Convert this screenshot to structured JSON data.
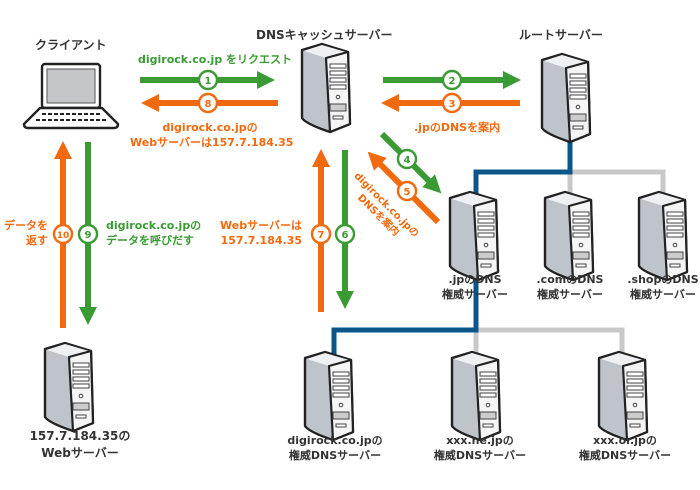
{
  "colors": {
    "green": "#3a9a34",
    "orange": "#f26a10",
    "blue": "#0b5589",
    "gray": "#c8c8c8",
    "text": "#333333"
  },
  "nodes": {
    "client": "クライアント",
    "dns_cache": "DNSキャッシュサーバー",
    "root": "ルートサーバー",
    "jp_dns": [
      ".jpのDNS",
      "権威サーバー"
    ],
    "com_dns": [
      ".comのDNS",
      "権威サーバー"
    ],
    "shop_dns": [
      ".shopのDNS",
      "権威サーバー"
    ],
    "digirock_dns": [
      "digirock.co.jpの",
      "権威DNSサーバー"
    ],
    "ne_dns": [
      "xxx.ne.jpの",
      "権威DNSサーバー"
    ],
    "or_dns": [
      "xxx.or.jpの",
      "権威DNSサーバー"
    ],
    "web_server": [
      "157.7.184.35の",
      "Webサーバー"
    ]
  },
  "steps": [
    {
      "num": "1",
      "color": "green",
      "label": "digirock.co.jp をリクエスト"
    },
    {
      "num": "2",
      "color": "green",
      "label": ""
    },
    {
      "num": "3",
      "color": "orange",
      "label": ".jpのDNSを案内"
    },
    {
      "num": "4",
      "color": "green",
      "label": ""
    },
    {
      "num": "5",
      "color": "orange",
      "label": "digirock.co.jpのDNSを案内"
    },
    {
      "num": "6",
      "color": "green",
      "label": ""
    },
    {
      "num": "7",
      "color": "orange",
      "label": "Webサーバーは157.7.184.35"
    },
    {
      "num": "8",
      "color": "orange",
      "label": "digirock.co.jpのWebサーバーは157.7.184.35"
    },
    {
      "num": "9",
      "color": "green",
      "label": "digirock.co.jpのデータを呼びだす"
    },
    {
      "num": "10",
      "color": "orange",
      "label": "データを返す"
    }
  ],
  "labels": {
    "step1": "digirock.co.jp をリクエスト",
    "step8_line1": "digirock.co.jpの",
    "step8_line2": "Webサーバーは157.7.184.35",
    "step3": ".jpのDNSを案内",
    "step5_line1": "digirock.co.jpの",
    "step5_line2": "DNSを案内",
    "step7_line1": "Webサーバーは",
    "step7_line2": "157.7.184.35",
    "step9_line1": "digirock.co.jpの",
    "step9_line2": "データを呼びだす",
    "step10_line1": "データを",
    "step10_line2": "返す"
  }
}
